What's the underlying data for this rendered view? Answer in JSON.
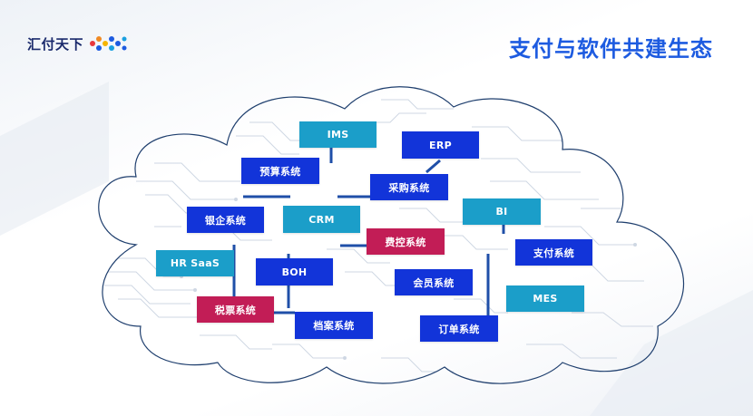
{
  "logo": {
    "text": "汇付天下"
  },
  "title": "支付与软件共建生态",
  "colors": {
    "blue": "#1234d9",
    "cyan": "#1b9ec9",
    "red": "#c21d56",
    "title": "#1d5be0",
    "cloud_outline": "#1f3f6e"
  },
  "nodes": {
    "ims": "IMS",
    "erp": "ERP",
    "budget": "预算系统",
    "procurement": "采购系统",
    "bank_enterprise": "银企系统",
    "crm": "CRM",
    "bi": "BI",
    "expense": "费控系统",
    "hr_saas": "HR SaaS",
    "boh": "BOH",
    "payment": "支付系统",
    "member": "会员系统",
    "mes": "MES",
    "tax_invoice": "税票系统",
    "archive": "档案系统",
    "order": "订单系统"
  }
}
